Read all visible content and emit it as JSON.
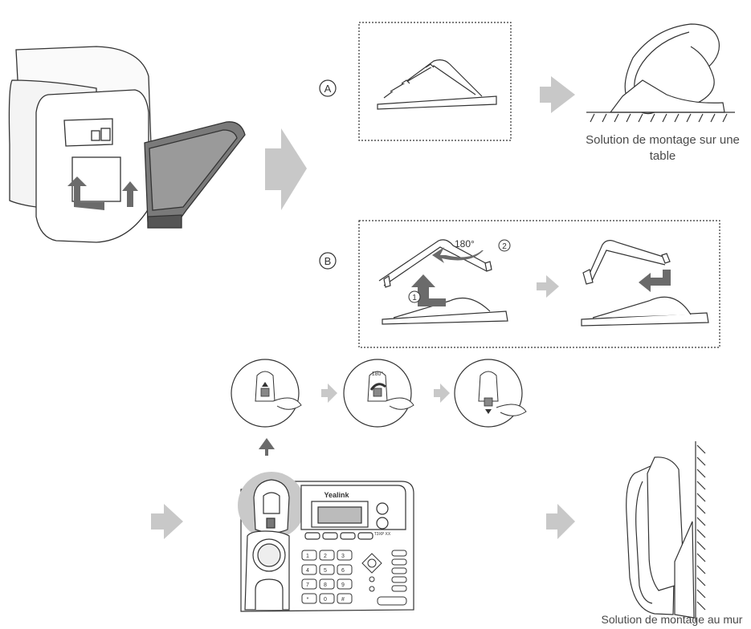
{
  "labels": {
    "option_a": "A",
    "option_b": "B",
    "step_1": "1",
    "step_2": "2",
    "rotation": "180°",
    "rotation_small": "180°"
  },
  "captions": {
    "table_mount": "Solution de montage sur une table",
    "wall_mount": "Solution de montage au mur"
  },
  "phone": {
    "brand": "Yealink",
    "model": "T3XP XX",
    "keys": [
      "1",
      "2",
      "3",
      "4",
      "5",
      "6",
      "7",
      "8",
      "9",
      "*",
      "0",
      "#"
    ]
  },
  "colors": {
    "arrow_gray": "#c8c8c8",
    "arrow_dark": "#6b6b6b",
    "line": "#3a3a3a",
    "highlight_circle": "#c9c9c9"
  }
}
